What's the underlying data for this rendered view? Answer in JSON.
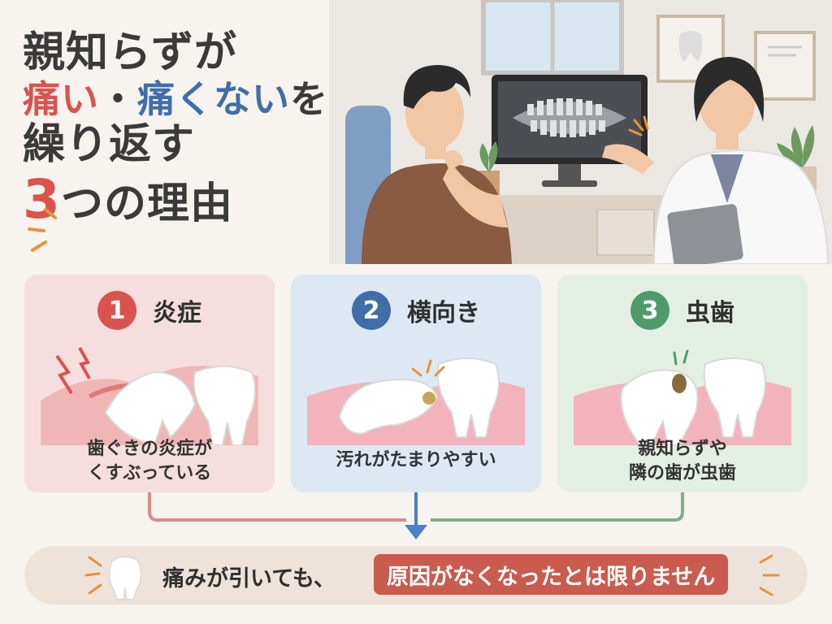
{
  "title": {
    "line1": "親知らずが",
    "line2_red": "痛い",
    "line2_sep": "・",
    "line2_blue": "痛くない",
    "line2_dark": "を",
    "line3": "繰り返す",
    "line4_num": "3",
    "line4_rest": "つの理由"
  },
  "cards": [
    {
      "number": "1",
      "title": "炎症",
      "desc1": "歯ぐきの炎症が",
      "desc2": "くすぶっている",
      "color": "#d9534f",
      "bg": "#f6dede"
    },
    {
      "number": "2",
      "title": "横向き",
      "desc1": "汚れがたまりやすい",
      "desc2": "",
      "color": "#3f6ea8",
      "bg": "#dde8f2"
    },
    {
      "number": "3",
      "title": "虫歯",
      "desc1": "親知らずや",
      "desc2": "隣の歯が虫歯",
      "color": "#4f9a6a",
      "bg": "#e3efe3"
    }
  ],
  "banner": {
    "text": "痛みが引いても、",
    "highlight": "原因がなくなったとは限りません"
  },
  "colors": {
    "red": "#d9534f",
    "blue": "#3f6ea8",
    "green": "#4f9a6a",
    "highlight": "#c95c4f"
  },
  "icons": [
    "tooth-icon",
    "lightning-icon",
    "burst-icon",
    "arrow-down-icon"
  ]
}
